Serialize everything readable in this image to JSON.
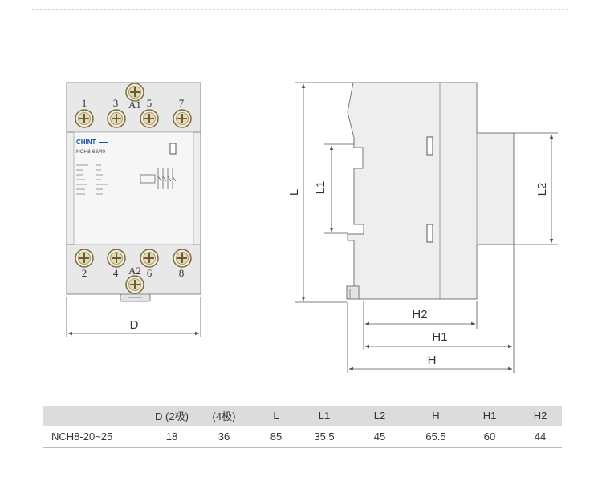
{
  "front_view": {
    "brand": "CHINT",
    "model": "NCH8-63/40",
    "top_terminals": [
      "1",
      "3",
      "A1",
      "5",
      "7"
    ],
    "bottom_terminals": [
      "2",
      "4",
      "A2",
      "6",
      "8"
    ],
    "width_dim": "D"
  },
  "side_view": {
    "dims": {
      "L": "L",
      "L1": "L1",
      "L2": "L2",
      "H": "H",
      "H1": "H1",
      "H2": "H2"
    }
  },
  "table": {
    "headers": [
      "",
      "D (2极)",
      "(4极)",
      "L",
      "L1",
      "L2",
      "H",
      "H1",
      "H2"
    ],
    "rows": [
      [
        "NCH8-20~25",
        "18",
        "36",
        "85",
        "35.5",
        "45",
        "65.5",
        "60",
        "44"
      ]
    ]
  }
}
